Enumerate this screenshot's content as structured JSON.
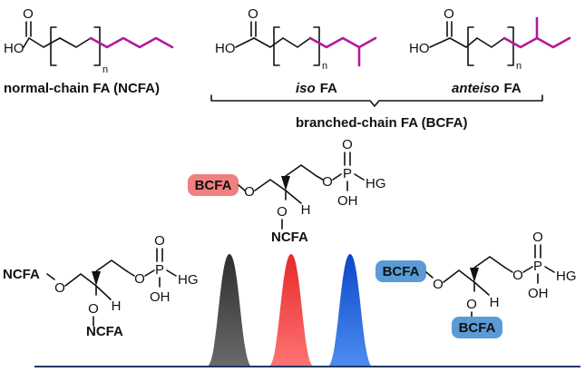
{
  "fatty_acids": {
    "normal_label": "normal-chain FA (NCFA)",
    "iso_prefix": "iso",
    "anteiso_prefix": "anteiso",
    "fa_suffix": "FA",
    "branched_label": "branched-chain FA (BCFA)",
    "acid_oxygen": "O",
    "acid_hydroxyl": "HO",
    "repeat_subscript": "n"
  },
  "lipids": {
    "bcfa_tag": "BCFA",
    "ncfa_tag": "NCFA",
    "oxygen": "O",
    "phosphorus": "P",
    "headgroup": "HG",
    "hydroxyl": "OH",
    "hydrogen": "H"
  },
  "colors": {
    "branch_tail": "#b5179e",
    "bcfa_red_tag": "#f08080",
    "bcfa_blue_tag": "#5b9bd5",
    "peak_gray": "#3a3a3a",
    "peak_red": "#f03a3a",
    "peak_blue": "#1f5fd6",
    "baseline": "#1f3864"
  },
  "peaks": [
    {
      "name": "NCFA/NCFA lipid",
      "position": 0.33
    },
    {
      "name": "BCFA/NCFA lipid",
      "position": 0.5
    },
    {
      "name": "BCFA/BCFA lipid",
      "position": 0.65
    }
  ]
}
